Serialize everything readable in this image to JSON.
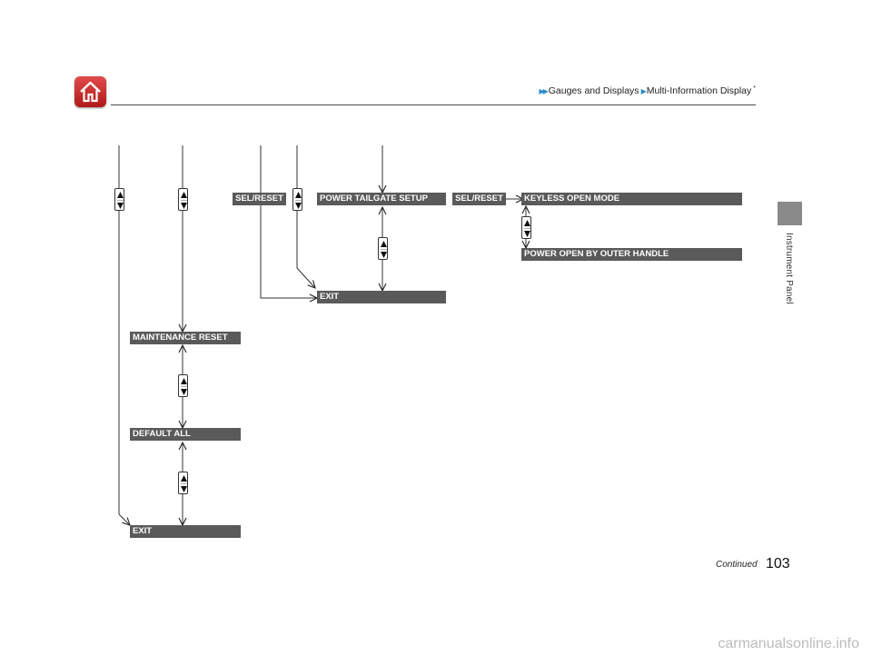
{
  "header": {
    "breadcrumb": [
      "Gauges and Displays",
      "Multi-Information Display"
    ],
    "breadcrumb_marker": "*",
    "home_icon": "home-icon"
  },
  "sidebar": {
    "section_label": "Instrument Panel"
  },
  "flow": {
    "sel_reset_left": "SEL/RESET",
    "sel_reset_right": "SEL/RESET",
    "power_tailgate_setup": "POWER TAILGATE SETUP",
    "keyless_open_mode": "KEYLESS OPEN MODE",
    "power_open_by_outer_handle": "POWER OPEN BY OUTER HANDLE",
    "exit_upper": "EXIT",
    "maintenance_reset": "MAINTENANCE RESET",
    "default_all": "DEFAULT ALL",
    "exit_lower": "EXIT"
  },
  "footer": {
    "continued": "Continued",
    "page_number": "103",
    "watermark": "carmanualsonline.info"
  },
  "colors": {
    "menu_bar": "#5a5a5a",
    "home_red": "#c62828",
    "arrow_blue": "#2b8bc9",
    "side_tab": "#8a8a8a"
  }
}
